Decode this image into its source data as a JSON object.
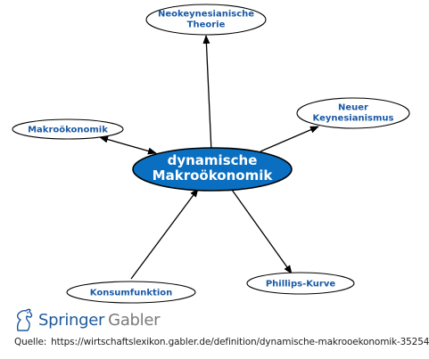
{
  "diagram": {
    "center": {
      "line1": "dynamische",
      "line2": "Makroökonomik"
    },
    "nodes": {
      "neokeynesianische": {
        "line1": "Neokeynesianische",
        "line2": "Theorie"
      },
      "makrooekonomik": {
        "label": "Makroökonomik"
      },
      "neuer_keynesianismus": {
        "line1": "Neuer",
        "line2": "Keynesianismus"
      },
      "konsumfunktion": {
        "label": "Konsumfunktion"
      },
      "phillips_kurve": {
        "label": "Phillips-Kurve"
      }
    },
    "colors": {
      "center_fill": "#0a6fc0",
      "center_stroke": "#000000",
      "node_text": "#1a5aa6",
      "arrow": "#000000"
    }
  },
  "footer": {
    "brand_primary": "Springer",
    "brand_secondary": "Gabler",
    "source_label": "Quelle:",
    "source_url": "https://wirtschaftslexikon.gabler.de/definition/dynamische-makrooekonomik-35254"
  }
}
